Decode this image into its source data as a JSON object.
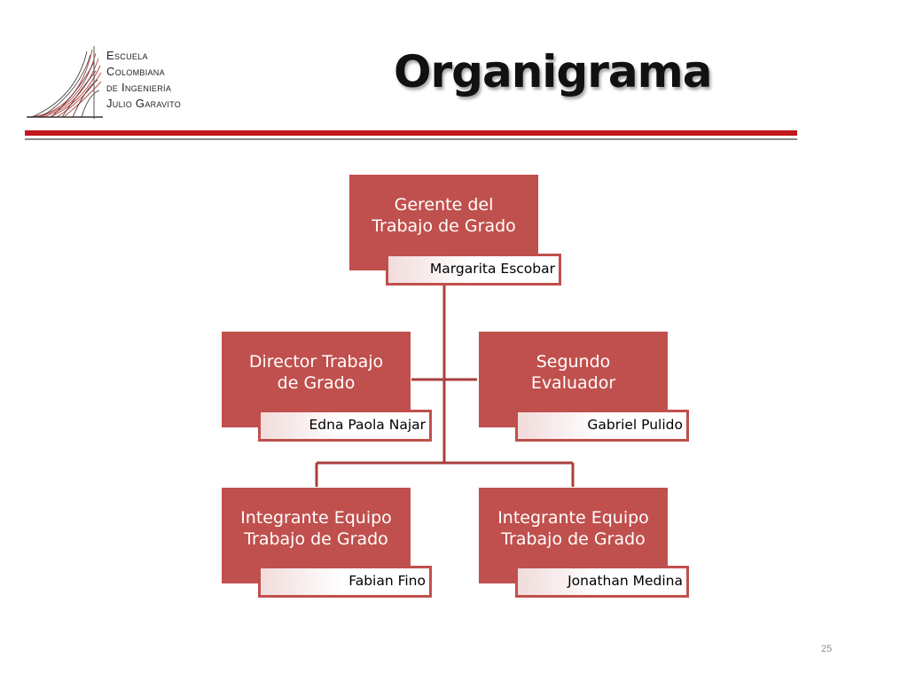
{
  "logo": {
    "lines": [
      {
        "cap": "E",
        "rest": "SCUELA"
      },
      {
        "cap": "C",
        "rest": "OLOMBIANA"
      },
      {
        "cap": "DE I",
        "rest": "NGENIERÍA"
      },
      {
        "cap": "J",
        "rest": "ULIO G",
        "cap2": "",
        "rest2": "ARAVITO"
      }
    ],
    "text": [
      "Escuela",
      "Colombiana",
      "de Ingeniería",
      "Julio Garavito"
    ]
  },
  "title": "Organigrama",
  "nodes": {
    "gerente": {
      "role": [
        "Gerente del",
        "Trabajo de Grado"
      ],
      "name": "Margarita Escobar"
    },
    "director": {
      "role": [
        "Director Trabajo",
        "de Grado"
      ],
      "name": "Edna Paola Najar"
    },
    "evaluador": {
      "role": [
        "Segundo",
        "Evaluador"
      ],
      "name": "Gabriel Pulido"
    },
    "integrante1": {
      "role": [
        "Integrante Equipo",
        "Trabajo de Grado"
      ],
      "name": "Fabian Fino"
    },
    "integrante2": {
      "role": [
        "Integrante Equipo",
        "Trabajo de Grado"
      ],
      "name": "Jonathan Medina"
    }
  },
  "colors": {
    "node": "#c0504d",
    "rule": "#c0161c",
    "line": "#a9403d"
  },
  "page_number": "25"
}
